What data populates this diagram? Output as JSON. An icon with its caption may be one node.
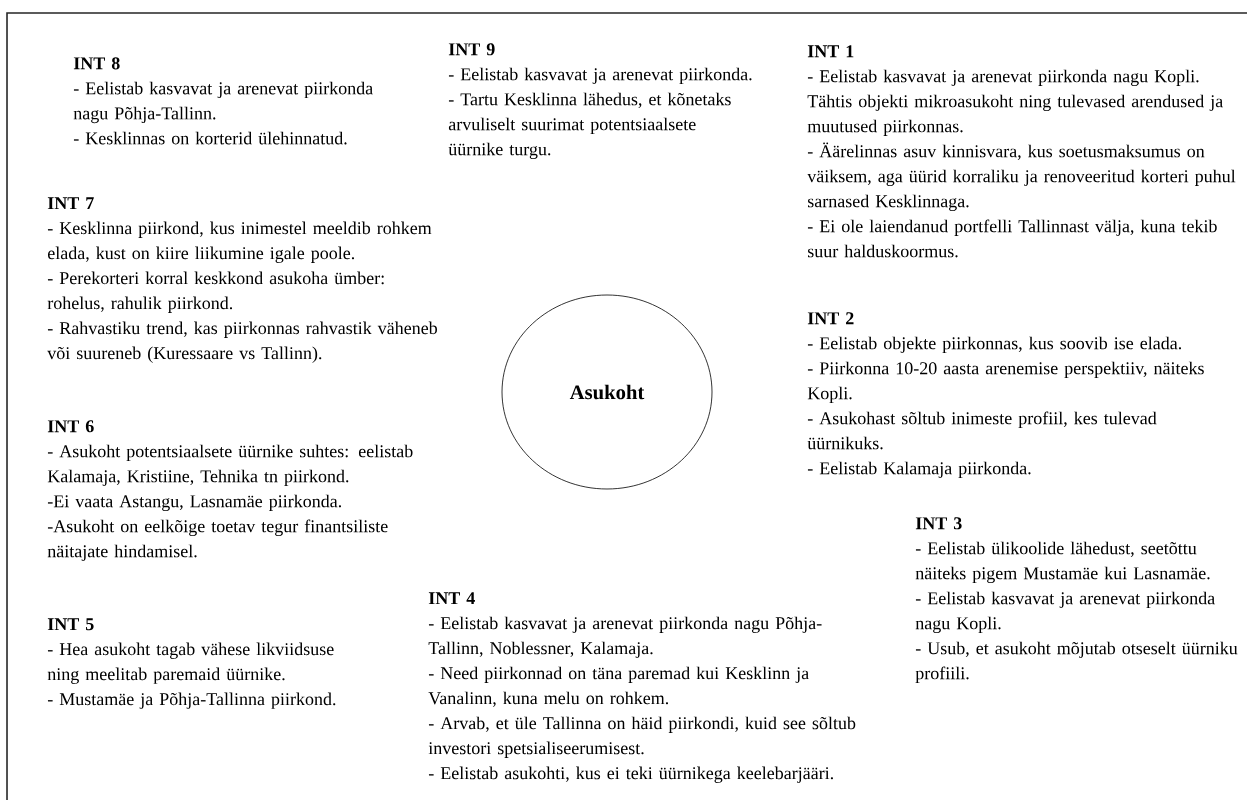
{
  "diagram": {
    "nodes": [
      {
        "text": [
          "Asukoht"
        ]
      }
    ],
    "labels": [
      "INT 8",
      "- Eelistab kasvavat ja arenevat piirkonda nagu Põhja-Tallinn.",
      "- Kesklinnas on korterid ülehinnatud.",
      "INT 9",
      "- Eelistab kasvavat ja arenevat piirkonda.",
      "- Tartu Kesklinna lähedus, et kõnetaks arvuliselt suurimat potentsiaalsete üürnike turgu.",
      "INT 1",
      "- Eelistab kasvavat ja arenevat piirkonda nagu Kopli. Tähtis objekti mikroasukoht ning tulevased arendused ja muutused piirkonnas.",
      "- Äärelinnas asuv kinnisvara, kus soetusmaksumus on väiksem, aga üürid korraliku ja renoveeritud korteri puhul sarnased Kesklinnaga.",
      "- Ei ole laiendanud portfelli Tallinnast välja, kuna tekib suur halduskoormus.",
      "INT 7",
      "- Kesklinna piirkond, kus inimestel meeldib rohkem elada, kust on kiire liikumine igale poole.",
      "- Perekorteri korral keskkond asukoha ümber: rohelus, rahulik piirkond.",
      "- Rahvastiku trend, kas piirkonnas rahvastik väheneb või suureneb (Kuressaare vs Tallinn).",
      "INT 2",
      "- Eelistab objekte piirkonnas, kus soovib ise elada.",
      "- Piirkonna 10-20 aasta arenemise perspektiiv, näiteks Kopli.",
      "- Asukohast sõltub inimeste profiil, kes tulevad üürnikuks.",
      "- Eelistab Kalamaja piirkonda.",
      "INT 6",
      "- Asukoht potentsiaalsete üürnike suhtes: eelistab Kalamaja, Kristiine, Tehnika tn piirkond.",
      "-Ei vaata Astangu, Lasnamäe piirkonda.",
      "-Asukoht on eelkõige toetav tegur finantsiliste näitajate hindamisel.",
      "INT 3",
      "- Eelistab ülikoolide lähedust, seetõttu näiteks pigem Mustamäe kui Lasnamäe.",
      "- Eelistab kasvavat ja arenevat piirkonda nagu Kopli.",
      "- Usub, et asukoht mõjutab otseselt üürniku profiili.",
      "INT 5",
      "- Hea asukoht tagab vähese likviidsuse ning meelitab paremaid üürnike.",
      "- Mustamäe ja Põhja-Tallinna piirkond.",
      "INT 4",
      "- Eelistab kasvavat ja arenevat piirkonda nagu Põhja-Tallinn, Noblessner, Kalamaja.",
      "- Need piirkonnad on täna paremad kui Kesklinn ja Vanalinn, kuna melu on rohkem.",
      "- Arvab, et üle Tallinna on häid piirkondi, kuid see sõltub investori spetsialiseerumisest.",
      "- Eelistab asukohti, kus ei teki üürnikega keelebarjääri."
    ]
  }
}
